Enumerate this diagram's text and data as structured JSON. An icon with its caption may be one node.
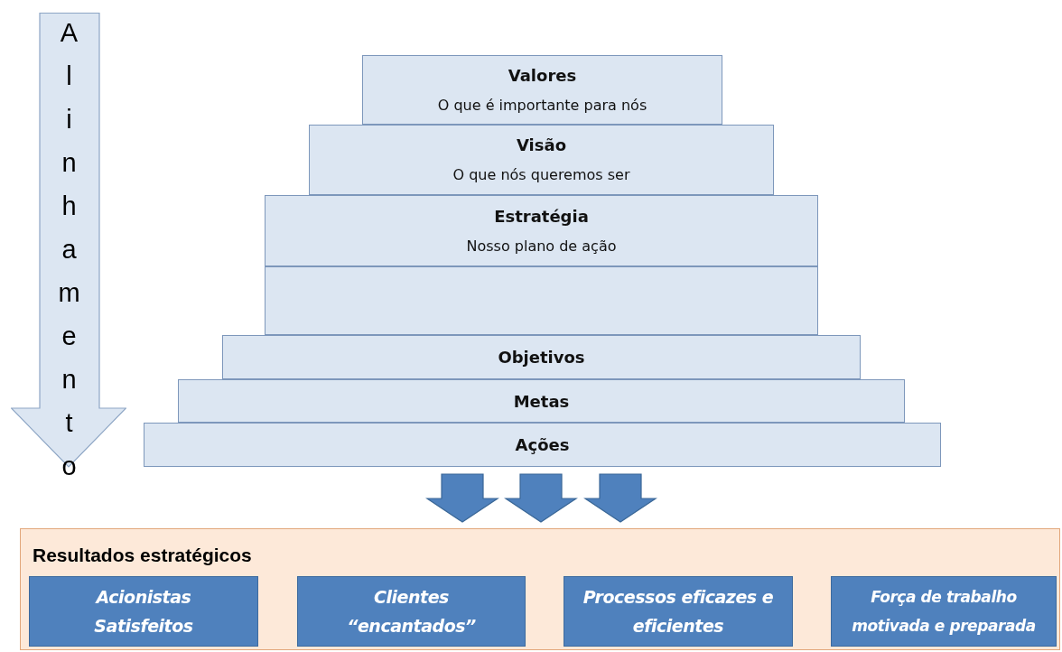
{
  "diagram": {
    "nodes": [
      {
        "text": [
          "Alinhamento"
        ]
      },
      {
        "text": [
          "Valores",
          "O que é importante para nós"
        ]
      },
      {
        "text": [
          "Visão",
          "O que nós queremos ser"
        ]
      },
      {
        "text": [
          "Estratégia",
          "Nosso plano de ação"
        ]
      },
      {
        "text": [],
        "shape": "box"
      },
      {
        "text": [
          "Objetivos"
        ]
      },
      {
        "text": [
          "Metas"
        ]
      },
      {
        "text": [
          "Ações"
        ]
      },
      {
        "text": [
          "Resultados estratégicos"
        ]
      },
      {
        "text": [
          "Acionistas Satisfeitos"
        ],
        "in": 8
      },
      {
        "text": [
          "Clientes “encantados”"
        ],
        "in": 8
      },
      {
        "text": [
          "Processos eficazes e eficientes"
        ],
        "in": 8
      },
      {
        "text": [
          "Força de trabalho motivada e preparada"
        ],
        "in": 8
      }
    ],
    "edges": [
      {
        "from": 7,
        "to": 8,
        "arrow": "to",
        "style": "thick"
      },
      {
        "from": 7,
        "to": 8,
        "arrow": "to",
        "style": "thick"
      },
      {
        "from": 7,
        "to": 8,
        "arrow": "to",
        "style": "thick"
      }
    ]
  }
}
